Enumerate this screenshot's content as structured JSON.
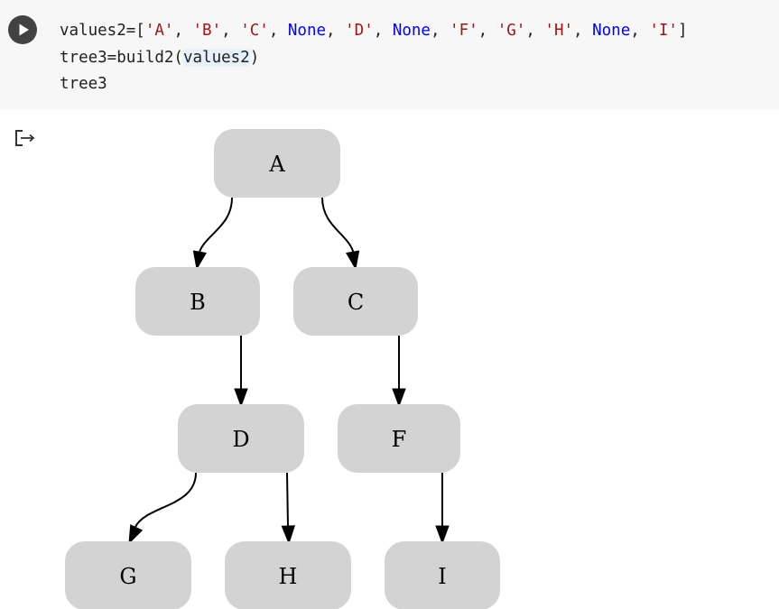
{
  "cell": {
    "code_lines": [
      [
        {
          "t": "values2=[",
          "c": "plain"
        },
        {
          "t": "'A'",
          "c": "str"
        },
        {
          "t": ", ",
          "c": "plain"
        },
        {
          "t": "'B'",
          "c": "str"
        },
        {
          "t": ", ",
          "c": "plain"
        },
        {
          "t": "'C'",
          "c": "str"
        },
        {
          "t": ", ",
          "c": "plain"
        },
        {
          "t": "None",
          "c": "none"
        },
        {
          "t": ", ",
          "c": "plain"
        },
        {
          "t": "'D'",
          "c": "str"
        },
        {
          "t": ", ",
          "c": "plain"
        },
        {
          "t": "None",
          "c": "none"
        },
        {
          "t": ", ",
          "c": "plain"
        },
        {
          "t": "'F'",
          "c": "str"
        },
        {
          "t": ", ",
          "c": "plain"
        },
        {
          "t": "'G'",
          "c": "str"
        },
        {
          "t": ", ",
          "c": "plain"
        },
        {
          "t": "'H'",
          "c": "str"
        },
        {
          "t": ", ",
          "c": "plain"
        },
        {
          "t": "None",
          "c": "none"
        },
        {
          "t": ", ",
          "c": "plain"
        },
        {
          "t": "'I'",
          "c": "str"
        },
        {
          "t": "]",
          "c": "plain"
        }
      ],
      [
        {
          "t": "tree3=build2(",
          "c": "plain"
        },
        {
          "t": "values2",
          "c": "hl"
        },
        {
          "t": ")",
          "c": "plain"
        }
      ],
      [
        {
          "t": "tree3",
          "c": "plain"
        }
      ]
    ],
    "run_icon": "play-icon",
    "output_icon": "output-redirect-icon"
  },
  "tree": {
    "nodes": [
      {
        "id": "A",
        "label": "A"
      },
      {
        "id": "B",
        "label": "B"
      },
      {
        "id": "C",
        "label": "C"
      },
      {
        "id": "D",
        "label": "D"
      },
      {
        "id": "F",
        "label": "F"
      },
      {
        "id": "G",
        "label": "G"
      },
      {
        "id": "H",
        "label": "H"
      },
      {
        "id": "I",
        "label": "I"
      }
    ],
    "edges": [
      {
        "from": "A",
        "to": "B"
      },
      {
        "from": "A",
        "to": "C"
      },
      {
        "from": "B",
        "to": "D"
      },
      {
        "from": "C",
        "to": "F"
      },
      {
        "from": "D",
        "to": "G"
      },
      {
        "from": "D",
        "to": "H"
      },
      {
        "from": "F",
        "to": "I"
      }
    ]
  },
  "colors": {
    "node_fill": "#d3d3d3",
    "string_literal": "#a31515",
    "none_keyword": "#0000ff",
    "cell_background": "#f7f7f7"
  }
}
